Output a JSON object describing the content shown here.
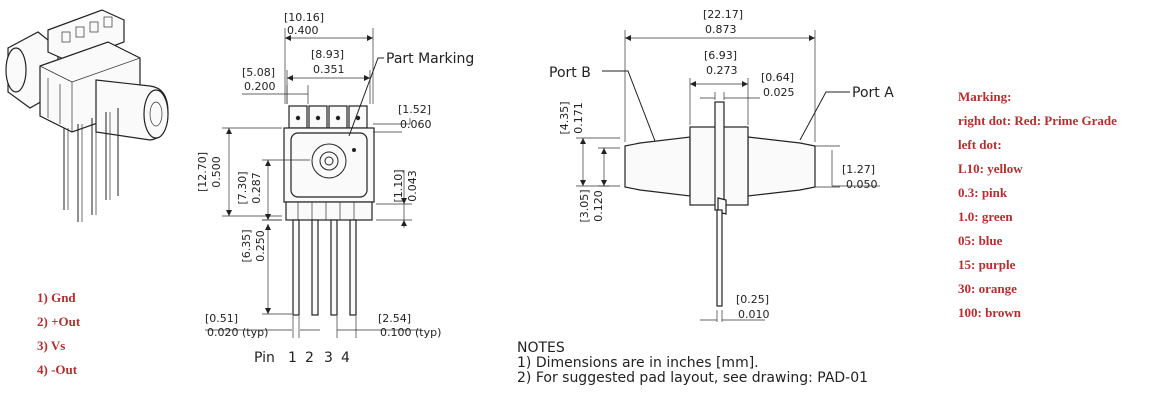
{
  "pin_legend": [
    "1) Gnd",
    "2) +Out",
    "3) Vs",
    "4) -Out"
  ],
  "front_view": {
    "dims": {
      "width_mm": "[10.16]",
      "width_in": "0.400",
      "pitch_mm": "[5.08]",
      "pitch_in": "0.200",
      "mark_mm": "[8.93]",
      "mark_in": "0.351",
      "mark_off_mm": "[1.52]",
      "mark_off_in": "0.060",
      "height_mm": "[12.70]",
      "height_in": "0.500",
      "center_mm": "[7.30]",
      "center_in": "0.287",
      "stand_mm": "[1.10]",
      "stand_in": "0.043",
      "lead_mm": "[6.35]",
      "lead_in": "0.250",
      "pin_w_mm": "[0.51]",
      "pin_w_in": "0.020  (typ)",
      "pin_p_mm": "[2.54]",
      "pin_p_in": "0.100  (typ)"
    },
    "part_marking": "Part Marking",
    "pin_label": "Pin",
    "pin_numbers": [
      "1",
      "2",
      "3",
      "4"
    ]
  },
  "side_view": {
    "dims": {
      "overall_mm": "[22.17]",
      "overall_in": "0.873",
      "body_mm": "[6.93]",
      "body_in": "0.273",
      "tab_mm": "[0.64]",
      "tab_in": "0.025",
      "port_h_mm": "[4.35]",
      "port_h_in": "0.171",
      "port_d_mm": "[3.05]",
      "port_d_in": "0.120",
      "tip_mm": "[1.27]",
      "tip_in": "0.050",
      "lead_t_mm": "[0.25]",
      "lead_t_in": "0.010"
    },
    "port_a": "Port A",
    "port_b": "Port B"
  },
  "notes": {
    "title": "NOTES",
    "items": [
      "1) Dimensions are in inches [mm].",
      "2) For suggested pad layout, see drawing: PAD-01"
    ]
  },
  "marking": {
    "title": "Marking:",
    "lines": [
      "right dot: Red: Prime Grade",
      "left dot:",
      "L10: yellow",
      "0.3: pink",
      "1.0: green",
      "05: blue",
      "15: purple",
      "30: orange",
      "100: brown"
    ]
  }
}
